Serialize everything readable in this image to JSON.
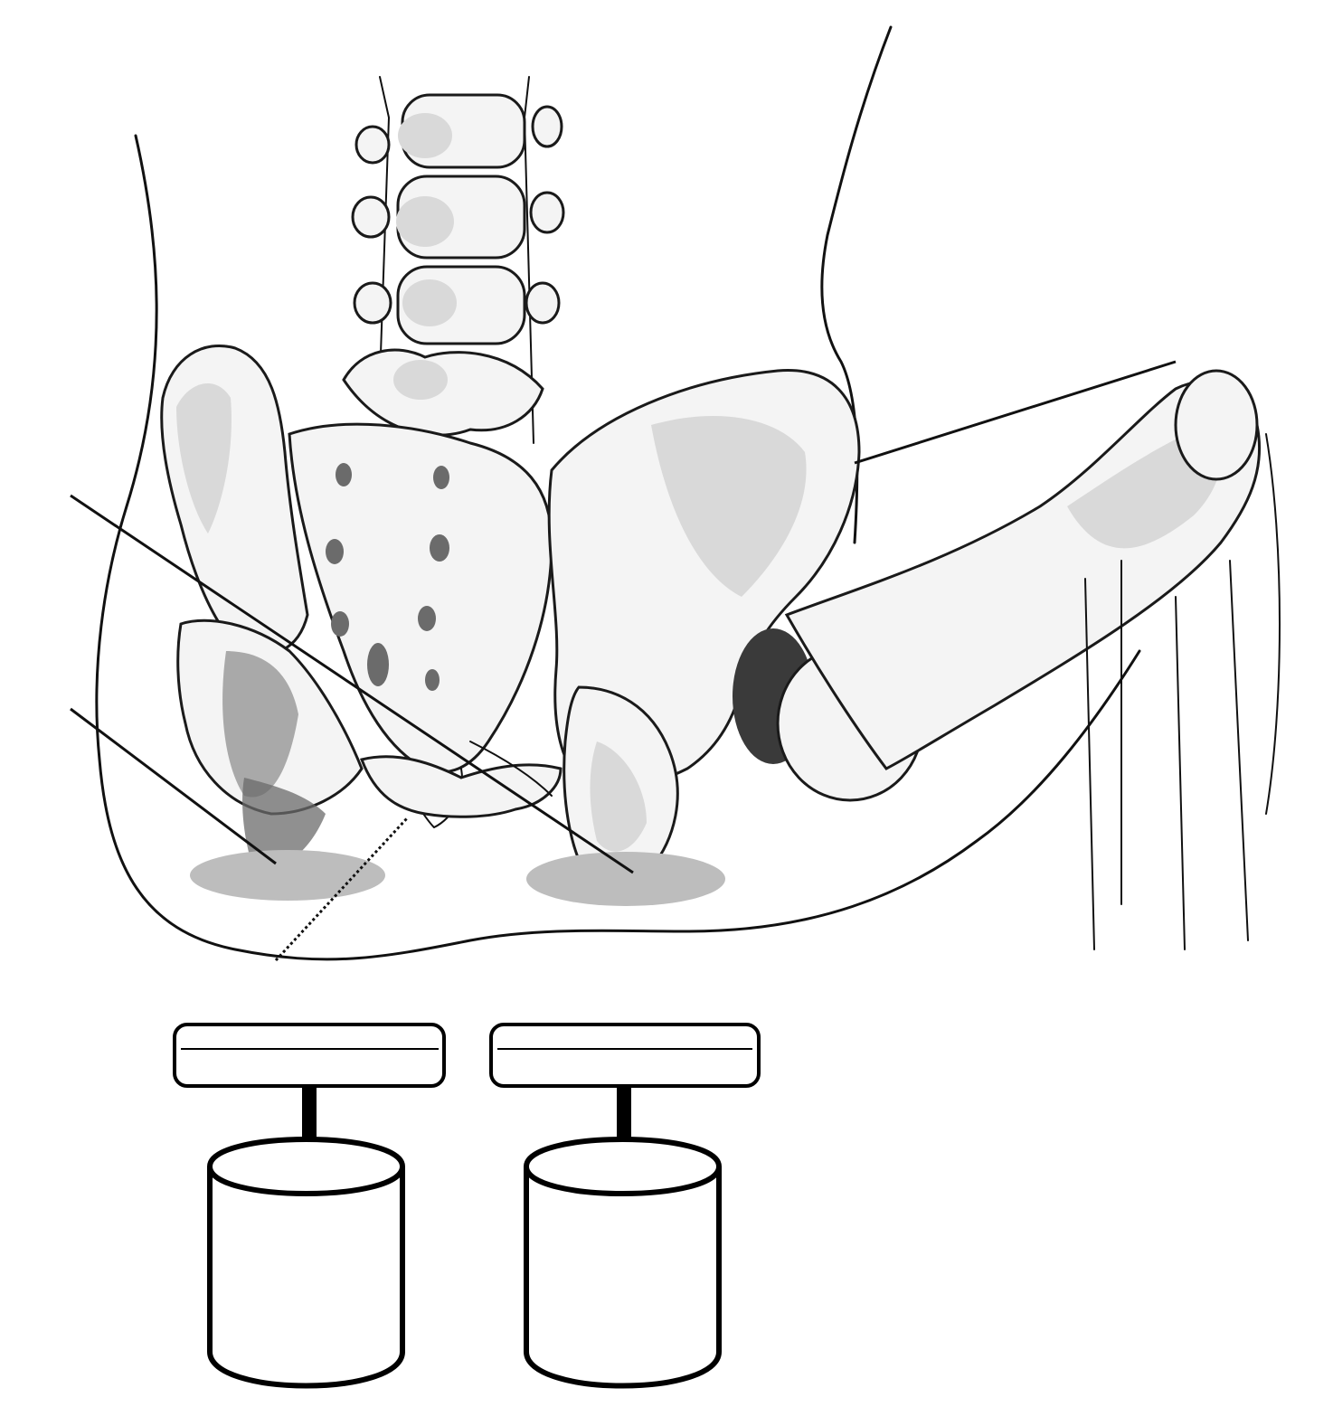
{
  "figure": {
    "subject": "pelvis-seated-on-two-pressure-sensors",
    "sensor_count": 2,
    "contact_patch_count": 2,
    "colors": {
      "background": "#ffffff",
      "ink": "#111111",
      "bone_fill": "#f4f4f4",
      "bone_shade": "#d9d9d9",
      "contact_patch": "#bdbdbd",
      "acetabulum_shadow": "#3a3a3a"
    }
  }
}
